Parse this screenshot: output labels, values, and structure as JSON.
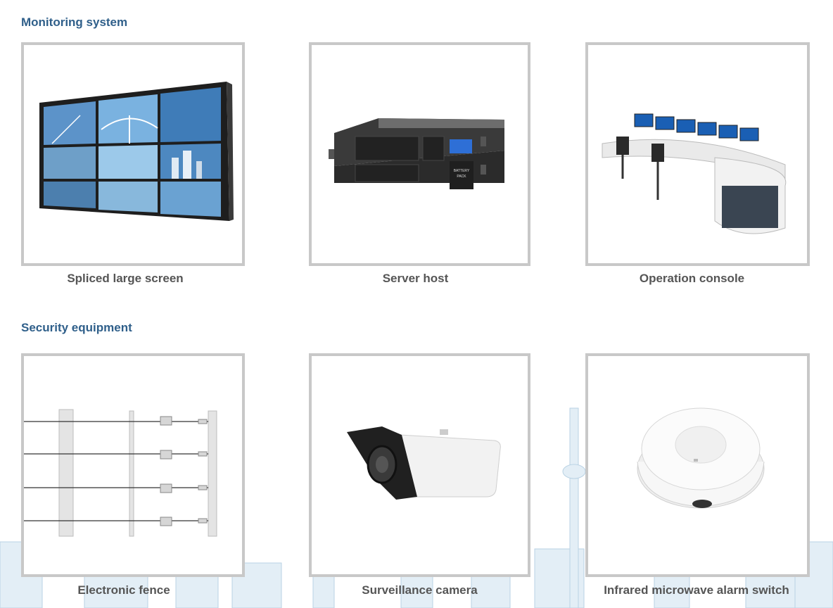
{
  "sections": [
    {
      "title": "Monitoring system",
      "items": [
        {
          "label": "Spliced large screen",
          "icon": "video-wall-icon"
        },
        {
          "label": "Server host",
          "icon": "rack-server-icon"
        },
        {
          "label": "Operation console",
          "icon": "control-desk-icon"
        }
      ]
    },
    {
      "title": "Security equipment",
      "items": [
        {
          "label": "Electronic fence",
          "icon": "electric-fence-icon"
        },
        {
          "label": "Surveillance camera",
          "icon": "bullet-camera-icon"
        },
        {
          "label": "Infrared microwave alarm switch",
          "icon": "ceiling-sensor-icon"
        }
      ]
    }
  ],
  "server_panel_text": [
    "BATTERY",
    "PACK"
  ],
  "colors": {
    "title": "#2f5f8a",
    "caption": "#555555",
    "frame": "#c8c8c8",
    "skyline": "#a9c6dd"
  }
}
